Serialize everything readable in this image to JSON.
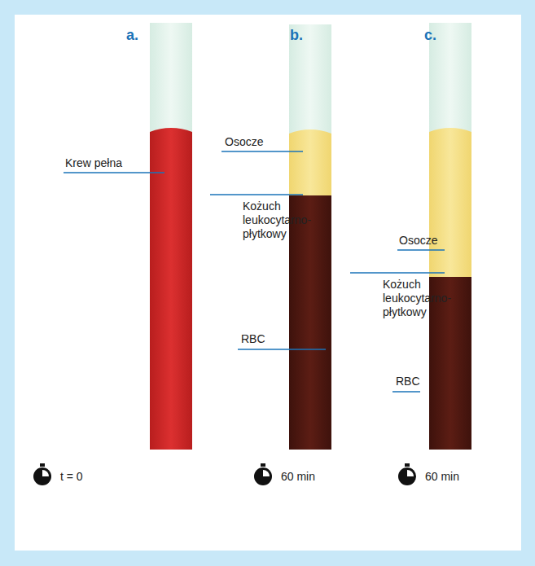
{
  "diagram": {
    "labels": [
      "a.",
      "b.",
      "c.",
      "Krew pełna",
      "Osocze",
      "Kożuch leukocytarno-płytkowy",
      "RBC",
      "Osocze",
      "Kożuch leukocytarno-płytkowy",
      "RBC",
      "t = 0",
      "60 min",
      "60 min"
    ]
  }
}
